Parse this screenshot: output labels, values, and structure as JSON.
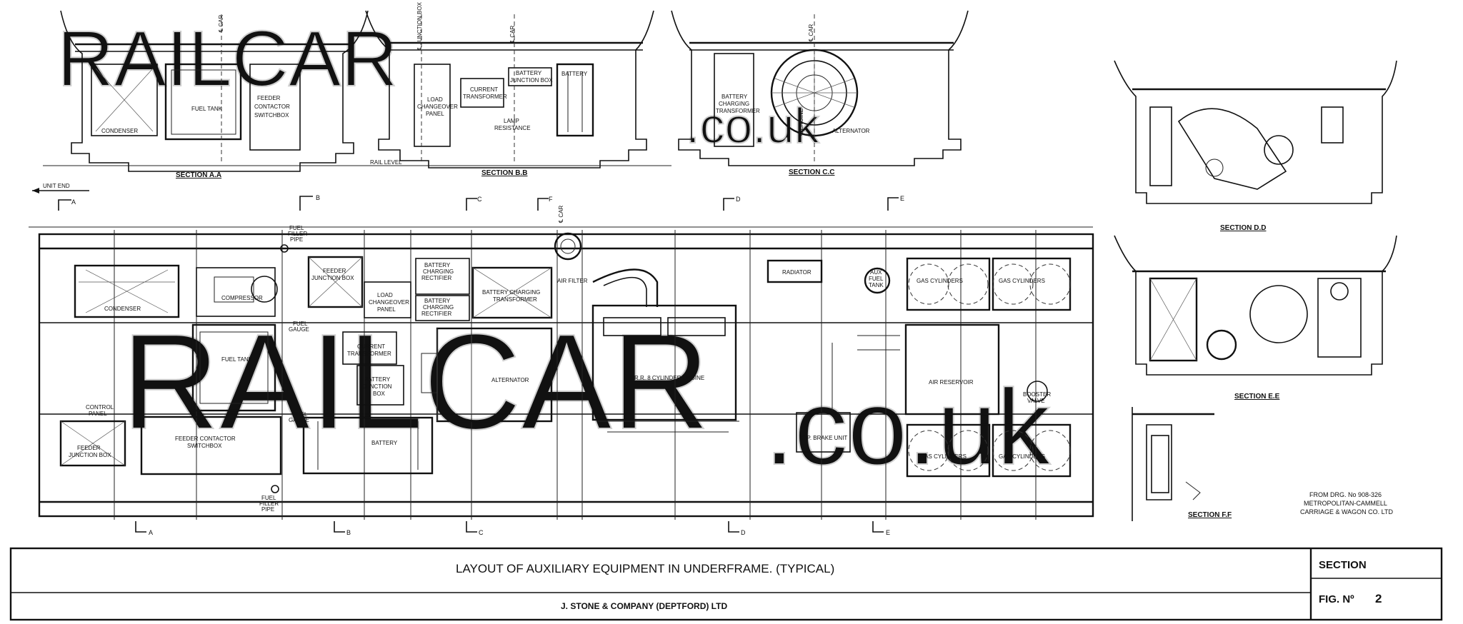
{
  "watermark": {
    "brand": "RAILCAR",
    "domain": ".co.uk"
  },
  "upper_views": {
    "section_aa": {
      "title": "SECTION A.A",
      "labels": [
        "CONDENSER",
        "FUEL TANK",
        "FEEDER",
        "CONTACTOR",
        "SWITCHBOX"
      ],
      "centre_mark": "℄ CAR"
    },
    "section_bb": {
      "title": "SECTION B.B",
      "labels": [
        "LOAD",
        "CHANGEOVER",
        "PANEL",
        "CURRENT",
        "TRANSFORMER",
        "BATTERY",
        "JUNCTION BOX",
        "BATTERY",
        "LAMP",
        "RESISTANCE"
      ],
      "centre_mark": "℄ JUNCTION BOX",
      "centre_mark_2": "℄ CAR"
    },
    "section_cc": {
      "title": "SECTION C.C",
      "labels": [
        "BATTERY",
        "CHARGING",
        "TRANSFORMER",
        "ALTERNATOR"
      ],
      "centre_mark": "℄ CAR",
      "centre_mark_2": "℄ ENGINE"
    },
    "rail_level": "RAIL LEVEL",
    "unit_end": "UNIT END"
  },
  "section_markers_top": [
    "A",
    "B",
    "C",
    "F",
    "D",
    "E"
  ],
  "section_markers_bottom": [
    "A",
    "B",
    "C",
    "D",
    "E"
  ],
  "plan_view": {
    "labels": {
      "condenser": "CONDENSER",
      "compressor": "COMPRESSOR",
      "fuel_filler_pipe_top": [
        "FUEL",
        "FILLER",
        "PIPE"
      ],
      "feeder_junction_box": [
        "FEEDER",
        "JUNCTION BOX"
      ],
      "load_changeover": [
        "LOAD",
        "CHANGEOVER",
        "PANEL"
      ],
      "fuel_gauge_top": [
        "FUEL",
        "GAUGE"
      ],
      "fuel_tank": "FUEL TANK",
      "current_transformer": [
        "CURRENT",
        "TRANSFORMER"
      ],
      "battery_junction_box": [
        "BATTERY",
        "JUNCTION",
        "BOX"
      ],
      "rectifier_1": [
        "BATTERY",
        "CHARGING",
        "RECTIFIER"
      ],
      "rectifier_2": [
        "BATTERY",
        "CHARGING",
        "RECTIFIER"
      ],
      "battery_charging_transformer": [
        "BATTERY CHARGING",
        "TRANSFORMER"
      ],
      "air_filter": "AIR FILTER",
      "car_centre": "℄ CAR",
      "alternator": "ALTERNATOR",
      "engine": "R.R. 8 CYLINDER ENGINE",
      "radiator": "RADIATOR",
      "aux_fuel_tank": [
        "AUX",
        "FUEL",
        "TANK"
      ],
      "gas_cylinders_1": "GAS CYLINDERS",
      "gas_cylinders_2": "GAS CYLINDERS",
      "gas_cylinders_3": "GAS CYLINDERS",
      "gas_cylinders_4": "GAS CYLINDERS",
      "air_reservoir": "AIR RESERVOIR",
      "booster_valve": [
        "BOOSTER",
        "VALVE"
      ],
      "ep_brake_unit": "E.P. BRAKE UNIT",
      "control_panel": [
        "CONTROL",
        "PANEL"
      ],
      "feeder_junction_box_2": [
        "FEEDER",
        "JUNCTION BOX"
      ],
      "feeder_contactor_switchbox": [
        "FEEDER CONTACTOR",
        "SWITCHBOX"
      ],
      "fuel_gauge_bottom": [
        "FUEL",
        "GAUGE"
      ],
      "battery": "BATTERY",
      "fuel_filler_pipe_bottom": [
        "FUEL",
        "FILLER",
        "PIPE"
      ]
    }
  },
  "right_views": {
    "section_dd": "SECTION D.D",
    "section_ee": "SECTION E.E",
    "section_ff": "SECTION F.F"
  },
  "source_note": [
    "FROM DRG. No 908-326",
    "METROPOLITAN-CAMMELL",
    "CARRIAGE & WAGON CO. LTD"
  ],
  "title_block": {
    "title": "LAYOUT OF AUXILIARY EQUIPMENT IN UNDERFRAME. (TYPICAL)",
    "company": "J. STONE & COMPANY (DEPTFORD) LTD",
    "section_label": "SECTION",
    "fig_label": "FIG. Nº",
    "fig_number": "2"
  }
}
